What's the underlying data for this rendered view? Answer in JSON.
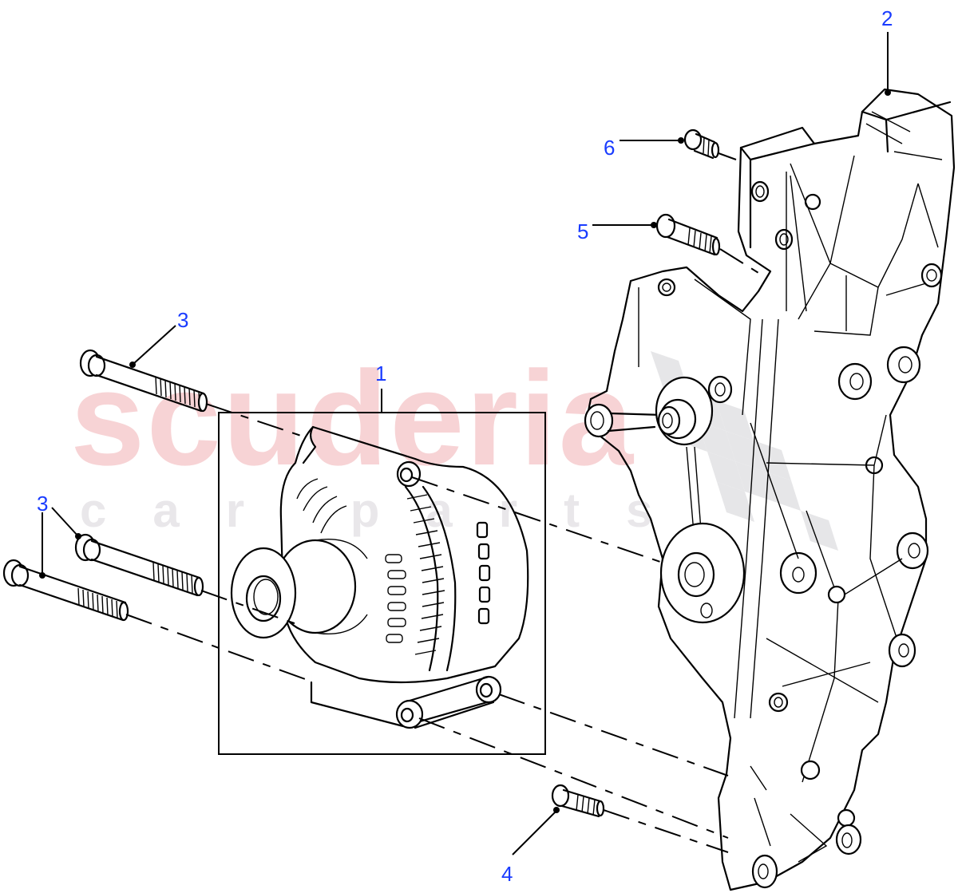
{
  "diagram": {
    "type": "exploded-parts-diagram",
    "subject": "Alternator and mounting bracket",
    "watermark": {
      "primary": "scuderia",
      "secondary": "car parts",
      "colors": {
        "primary": "#f7d3d5",
        "secondary": "#e9e7ea"
      }
    },
    "callout_color": "#1a3cff",
    "callouts": [
      {
        "id": "1",
        "label": "1",
        "part": "alternator"
      },
      {
        "id": "2",
        "label": "2",
        "part": "mounting-bracket"
      },
      {
        "id": "3a",
        "label": "3",
        "part": "long-bolt-upper"
      },
      {
        "id": "3b",
        "label": "3",
        "part": "long-bolts-lower"
      },
      {
        "id": "4",
        "label": "4",
        "part": "short-bolt-lower"
      },
      {
        "id": "5",
        "label": "5",
        "part": "bracket-bolt-medium"
      },
      {
        "id": "6",
        "label": "6",
        "part": "bracket-bolt-short"
      }
    ]
  }
}
